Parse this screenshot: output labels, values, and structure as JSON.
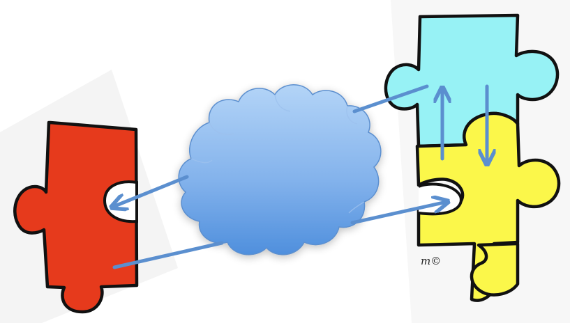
{
  "colors": {
    "background": "#ffffff",
    "red_piece": "#e63a1c",
    "cyan_piece": "#97f2f5",
    "yellow_piece": "#fbf74a",
    "cloud_top": "#a9cdf5",
    "cloud_bottom": "#4f8fdd",
    "arrow": "#5b8fcf",
    "outline": "#111111"
  },
  "icons": {
    "red_piece": "puzzle-piece-red",
    "cyan_piece": "puzzle-piece-cyan",
    "yellow_piece": "puzzle-piece-yellow",
    "cloud": "cloud-icon",
    "arrows": "arrow"
  },
  "signature": "m©"
}
